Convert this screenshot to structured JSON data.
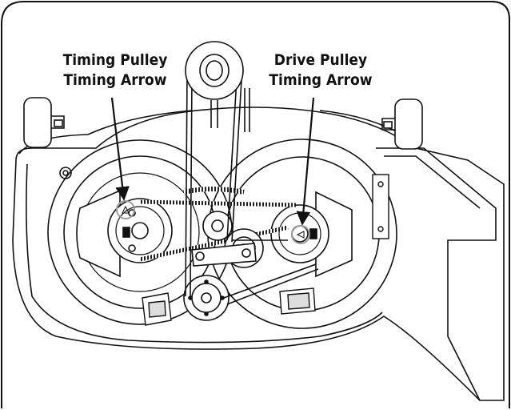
{
  "labels": {
    "timing_pulley": {
      "line1": "Timing Pulley",
      "line2": "Timing Arrow"
    },
    "drive_pulley": {
      "line1": "Drive Pulley",
      "line2": "Timing Arrow"
    }
  },
  "colors": {
    "ink": "#111111",
    "paper": "#ffffff",
    "arrow_highlight": "#9a9a9a"
  }
}
